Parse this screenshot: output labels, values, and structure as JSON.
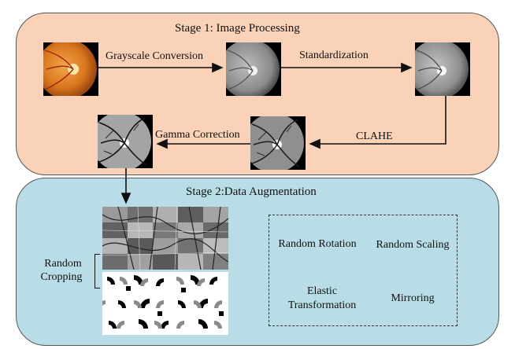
{
  "stage1": {
    "title": "Stage 1: Image Processing",
    "steps": {
      "grayscale": "Grayscale Conversion",
      "standardization": "Standardization",
      "clahe": "CLAHE",
      "gamma": "Gamma Correction"
    }
  },
  "stage2": {
    "title": "Stage 2:Data Augmentation",
    "random_cropping_line1": "Random",
    "random_cropping_line2": "Cropping",
    "augmentations": {
      "rotation": "Random Rotation",
      "scaling": "Random Scaling",
      "elastic_line1": "Elastic",
      "elastic_line2": "Transformation",
      "mirroring": "Mirroring"
    }
  },
  "colors": {
    "stage1_bg": "#f9d2b8",
    "stage2_bg": "#b9dde6",
    "fundus_color": "#d9761e"
  }
}
